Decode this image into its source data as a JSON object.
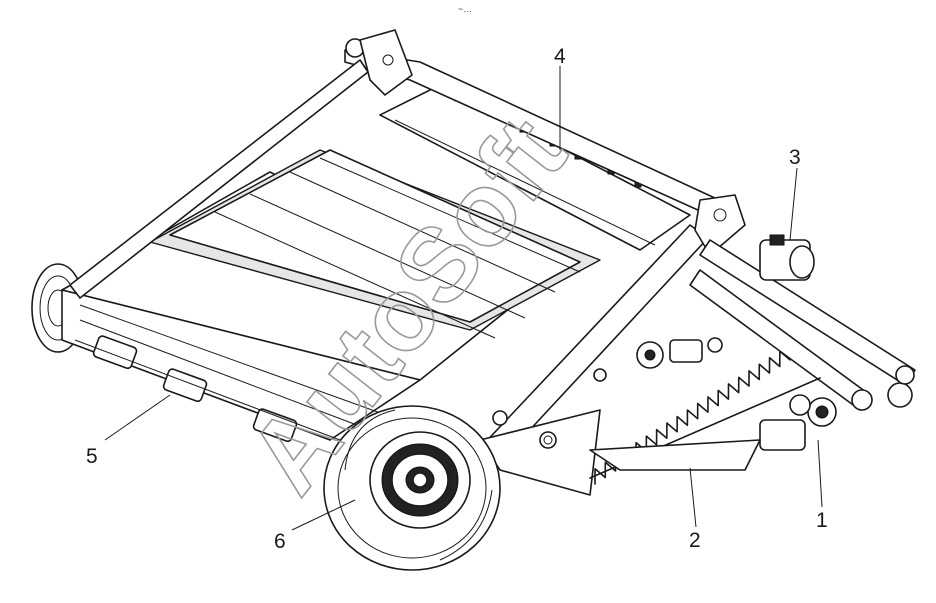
{
  "header_mark": "~…",
  "watermark": "AutoSoft",
  "callouts": [
    {
      "id": "1",
      "label": "1"
    },
    {
      "id": "2",
      "label": "2"
    },
    {
      "id": "3",
      "label": "3"
    },
    {
      "id": "4",
      "label": "4"
    },
    {
      "id": "5",
      "label": "5"
    },
    {
      "id": "6",
      "label": "6"
    }
  ]
}
